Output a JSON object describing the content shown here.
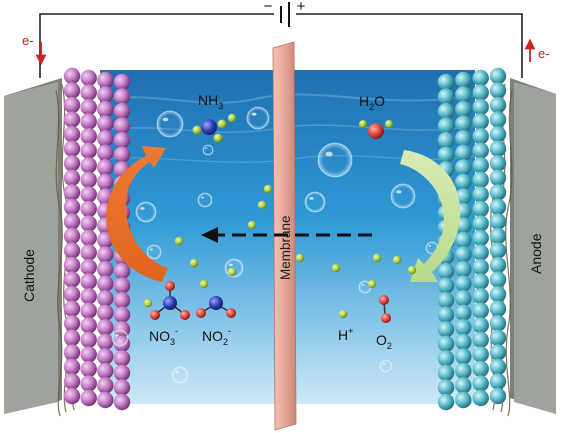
{
  "labels": {
    "cathode": "Cathode",
    "anode": "Anode",
    "membrane": "Membrane",
    "electron_left": "e-",
    "electron_right": "e-",
    "battery_minus": "−",
    "battery_plus": "+"
  },
  "species": {
    "nh3": {
      "base": "NH",
      "sub": "3"
    },
    "h2o": {
      "base": "H",
      "sub": "2",
      "tail": "O"
    },
    "no3": {
      "base": "NO",
      "sub": "3",
      "sup": "-"
    },
    "no2": {
      "base": "NO",
      "sub": "2",
      "sup": "-"
    },
    "hplus": {
      "base": "H",
      "sup": "+"
    },
    "o2": {
      "base": "O",
      "sub": "2"
    }
  },
  "colors": {
    "water_top": "#1f6fb0",
    "water_mid": "#2f9ad6",
    "water_bottom": "#cfe9f7",
    "cathode_sphere": "#c77fc9",
    "anode_sphere": "#5fbfcf",
    "electrode_plate": "#9ea39c",
    "membrane": "#e8a89a",
    "orange_arrow": "#ef7a33",
    "green_arrow": "#b8d98a",
    "proton": "#a8c83a",
    "nitrogen": "#2a3bb0",
    "oxygen": "#d8403a",
    "electron_arrow": "#cc2222"
  },
  "icons": [
    "battery-icon",
    "electron-flow-arrow-icon",
    "reaction-cycle-arrow-icon",
    "proton-transfer-arrow-icon",
    "bubble-icon"
  ]
}
